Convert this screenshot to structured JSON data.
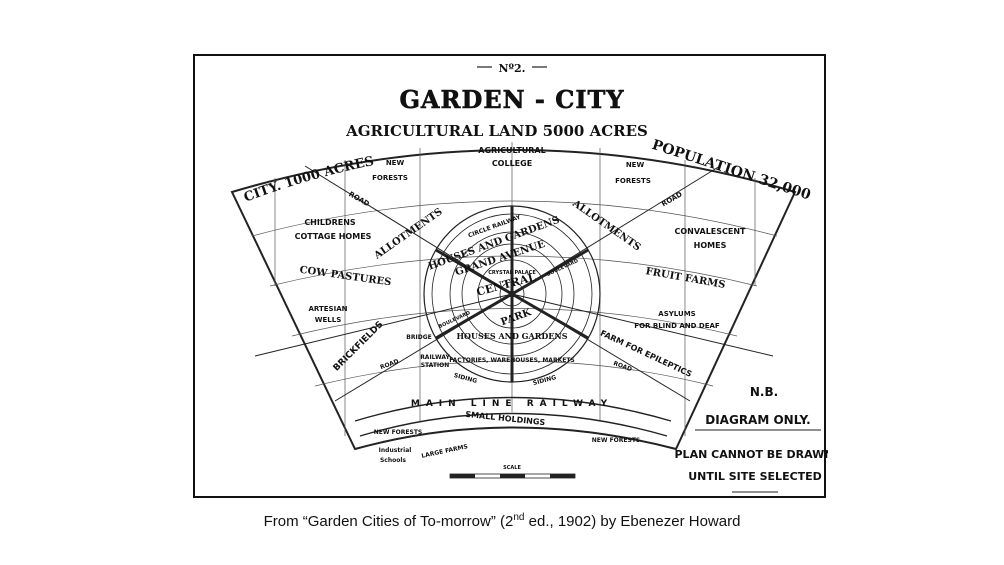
{
  "diagram": {
    "number": "Nº2.",
    "title": "GARDEN - CITY",
    "arc_top": "AGRICULTURAL LAND 5000 ACRES",
    "city_area": "CITY. 1000 ACRES",
    "population": "POPULATION 32,000",
    "ring_labels": {
      "circle_railway": "CIRCLE RAILWAY",
      "houses_gardens_top": "HOUSES AND GARDENS",
      "grand_avenue": "GRAND AVENUE",
      "crystal_palace": "CRYSTAL PALACE",
      "central": "CENTRAL",
      "park": "PARK",
      "houses_gardens_bottom": "HOUSES AND GARDENS",
      "boulevard_right": "BOULEVARD",
      "boulevard_left": "BOULEVARD",
      "factories_markets": "FACTORIES, WAREHOUSES, MARKETS",
      "siding_left": "SIDING",
      "siding_right": "SIDING"
    },
    "labels": {
      "agricultural_college_1": "AGRICULTURAL",
      "agricultural_college_2": "COLLEGE",
      "new_forests_left_1": "NEW",
      "new_forests_left_2": "FORESTS",
      "new_forests_right_1": "NEW",
      "new_forests_right_2": "FORESTS",
      "road_left": "ROAD",
      "road_right": "ROAD",
      "allotments_left": "ALLOTMENTS",
      "allotments_right": "ALLOTMENTS",
      "childrens_1": "CHILDRENS",
      "childrens_2": "COTTAGE HOMES",
      "convalescent_1": "CONVALESCENT",
      "convalescent_2": "HOMES",
      "cow_pastures": "COW PASTURES",
      "fruit_farms": "FRUIT FARMS",
      "artesian_1": "ARTESIAN",
      "artesian_2": "WELLS",
      "asylums_1": "ASYLUMS",
      "asylums_2": "FOR BLIND AND DEAF",
      "farm_epileptics": "FARM FOR EPILEPTICS",
      "brickfields": "BRICKFIELDS",
      "bridge": "BRIDGE",
      "railway_station_1": "RAILWAY",
      "railway_station_2": "STATION",
      "road_bottom_left": "ROAD",
      "road_bottom_right": "ROAD",
      "main_line_railway": "MAIN LINE RAILWAY",
      "small_holdings": "SMALL HOLDINGS",
      "new_forests_bottom_left": "NEW FORESTS",
      "new_forests_bottom_right": "NEW FORESTS",
      "industrial_1": "Industrial",
      "industrial_2": "Schools",
      "large_farms": "LARGE FARMS",
      "scale": "SCALE"
    },
    "note": {
      "nb": "N.B.",
      "diagram_only": "DIAGRAM ONLY.",
      "plan_cannot": "PLAN CANNOT BE DRAWN",
      "until_site": "UNTIL SITE SELECTED"
    }
  },
  "caption": {
    "text_before": "From “Garden Cities of To-morrow” (2",
    "superscript": "nd",
    "text_after": " ed., 1902) by Ebenezer Howard"
  }
}
